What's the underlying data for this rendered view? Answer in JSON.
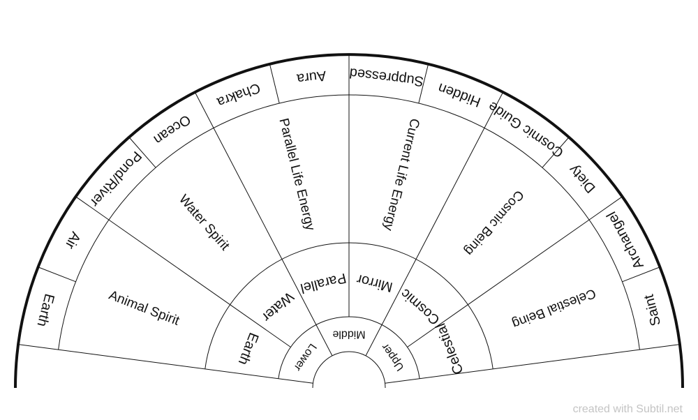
{
  "chart": {
    "outer_ring": [
      "Earth",
      "Air",
      "Pond/River",
      "Ocean",
      "Chakra",
      "Aura",
      "Suppressed",
      "Hidden",
      "Cosmic Guide",
      "Diety",
      "Archangel",
      "Saint"
    ],
    "large_ring": [
      "Animal Spirit",
      "Water Spirit",
      "Parallel Life Energy",
      "Current Life Energy",
      "Cosmic Being",
      "Celestial Being"
    ],
    "middle_ring": [
      "Earth",
      "Water",
      "Parallel",
      "Mirror",
      "Cosmic",
      "Celestial"
    ],
    "inner_ring": [
      "Lower",
      "Middle",
      "Upper"
    ]
  },
  "footer": {
    "credit": "created with Subtil.net"
  },
  "colors": {
    "line": "#111111",
    "footer_text": "#c4c4c4"
  }
}
